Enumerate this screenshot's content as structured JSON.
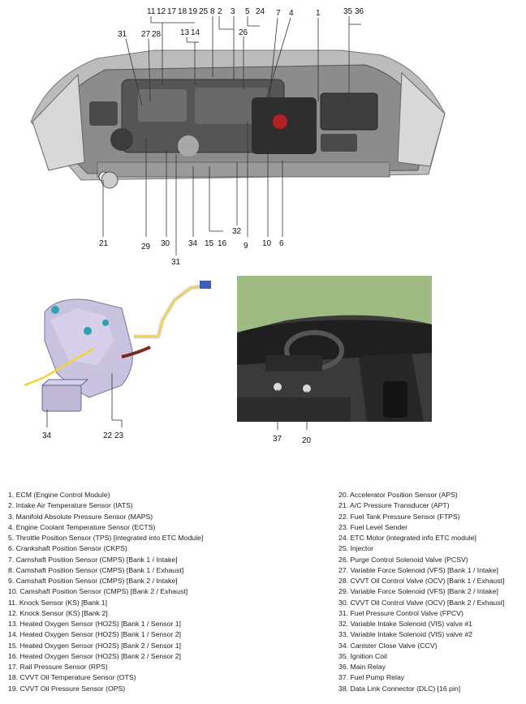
{
  "engine_callouts": {
    "top": [
      "11",
      "12",
      "17",
      "18",
      "19",
      "25",
      "8",
      "2",
      "3",
      "5",
      "24",
      "7",
      "4",
      "1",
      "35",
      "36",
      "31",
      "27",
      "28",
      "13",
      "14",
      "26"
    ],
    "bottom": [
      "21",
      "29",
      "30",
      "34",
      "15",
      "16",
      "32",
      "9",
      "10",
      "6",
      "31"
    ]
  },
  "tank_callouts": [
    "34",
    "22",
    "23"
  ],
  "cabin_callouts": [
    "37",
    "20"
  ],
  "legend_left": [
    "1. ECM (Engine Control Module)",
    "2. Intake Air Temperature Sensor (IATS)",
    "3. Manifold Absolute Pressure Sensor (MAPS)",
    "4. Engine Coolant Temperature Sensor (ECTS)",
    "5. Throttle Position Sensor (TPS) [integrated into ETC Module]",
    "6. Crankshaft Position Sensor (CKPS)",
    "7. Camshaft Position Sensor (CMPS) [Bank 1 / Intake]",
    "8. Camshaft Position Sensor (CMPS) [Bank 1 / Exhaust]",
    "9. Camshaft Position Sensor (CMPS) [Bank 2 / Intake]",
    "10. Camshaft Position Sensor (CMPS) [Bank 2 / Exhaust]",
    "11. Knock Sensor (KS) [Bank 1]",
    "12. Knock Sensor (KS) [Bank 2]",
    "13. Heated Oxygen Sensor (HO2S) [Bank 1 / Sensor 1]",
    "14. Heated Oxygen Sensor (HO2S) [Bank 1 / Sensor 2]",
    "15. Heated Oxygen Sensor (HO2S) [Bank 2 / Sensor 1]",
    "16. Heated Oxygen Sensor (HO2S) [Bank 2 / Sensor 2]",
    "17. Rail Pressure Sensor (RPS)",
    "18. CVVT Oil Temperature Sensor (OTS)",
    "19. CVVT Oil Pressure Sensor (OPS)"
  ],
  "legend_right": [
    "20. Accelerator Position Sensor (APS)",
    "21. A/C Pressure Transducer (APT)",
    "22. Fuel Tank Pressure Sensor (FTPS)",
    "23. Fuel Level Sender",
    "24. ETC Motor (integrated info ETC module]",
    "25. Injector",
    "26. Purge Control Solenoid Valve (PCSV)",
    "27. Variable Force Solenoid (VFS) [Bank 1 / Intake]",
    "28. CVVT Oil Control Valve (OCV) [Bank 1 / Exhaust]",
    "29. Variable Force Solenoid (VFS) [Bank 2 / Intake]",
    "30. CVVT Oil Control Valve (OCV) [Bank 2 / Exhaust]",
    "31. Fuel Pressure Control Valve (FPCV)",
    "32. Variable Intake Solenoid (VIS) valve #1",
    "33. Variable Intake Solenoid (VIS) valve #2",
    "34. Canister Close Valve (CCV)",
    "35. Ignition Coil",
    "36. Main Relay",
    "37. Fuel Pump Relay",
    "38. Data Link Connector (DLC) [16 pin]"
  ]
}
